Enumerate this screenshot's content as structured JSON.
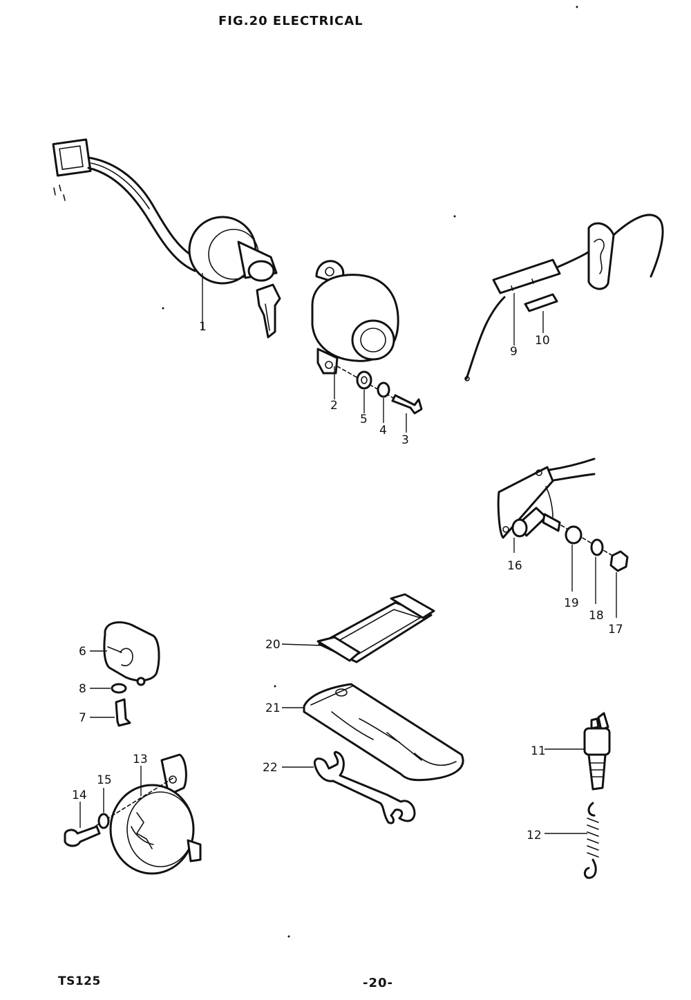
{
  "header": {
    "title": "FIG.20  ELECTRICAL"
  },
  "footer": {
    "model": "TS125",
    "page": "-20-"
  },
  "parts": {
    "p1": "1",
    "p2": "2",
    "p3": "3",
    "p4": "4",
    "p5": "5",
    "p6": "6",
    "p7": "7",
    "p8": "8",
    "p9": "9",
    "p10": "10",
    "p11": "11",
    "p12": "12",
    "p13": "13",
    "p14": "14",
    "p15": "15",
    "p16": "16",
    "p17": "17",
    "p18": "18",
    "p19": "19",
    "p20": "20",
    "p21": "21",
    "p22": "22"
  }
}
